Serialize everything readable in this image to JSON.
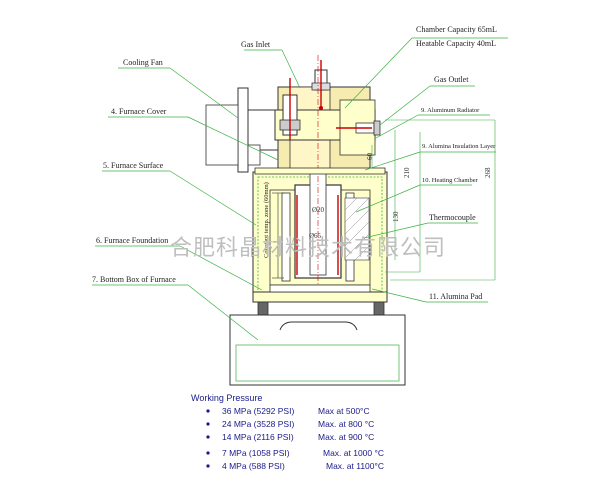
{
  "colors": {
    "leader": "#3cb043",
    "body_fill": "#ffffcc",
    "cover_fill": "#f7ecb0",
    "steel": "#333333",
    "accent": "#cc0000",
    "text_blue": "#1a1a8a",
    "watermark": "#bfbfbf"
  },
  "labels": {
    "chamber_capacity": "Chamber Capacity 65mL",
    "heatable_capacity": "Heatable Capacity 40mL",
    "gas_inlet": "Gas Inlet",
    "gas_outlet": "Gas Outlet",
    "cooling_fan": "Cooling Fan",
    "furnace_cover": "4. Furnace Cover",
    "aluminum_radiator": "9. Aluminum Radiator",
    "alumina_insulation": "9. Alumina Insulation Layer",
    "furnace_surface": "5. Furnace Surface",
    "heating_chamber": "10. Heating Chamber",
    "thermocouple": "Thermocouple",
    "furnace_foundation": "6. Furnace Foundation",
    "bottom_box": "7. Bottom Box of Furnace",
    "alumina_pad": "11. Alumina Pad"
  },
  "dimensions": {
    "d60": "60",
    "d210": "210",
    "d268": "268",
    "d130": "130",
    "d20": "Ø20",
    "d65": "Ø65",
    "zone": "Constant temp. zone (60mm)"
  },
  "watermark": "合肥科晶材料技术有限公司",
  "working_pressure": {
    "title": "Working Pressure",
    "rows": [
      {
        "pressure": "36 MPa (5292 PSI)",
        "max": "Max   at 500°C"
      },
      {
        "pressure": "24 MPa (3528 PSI)",
        "max": "Max. at 800 °C"
      },
      {
        "pressure": "14 MPa (2116 PSI)",
        "max": "Max. at 900 °C"
      },
      {
        "pressure": "7 MPa     (1058 PSI)",
        "max": "Max. at 1000 °C"
      },
      {
        "pressure": "4 MPa     (588 PSI)",
        "max": "Max. at 1100°C"
      }
    ]
  }
}
